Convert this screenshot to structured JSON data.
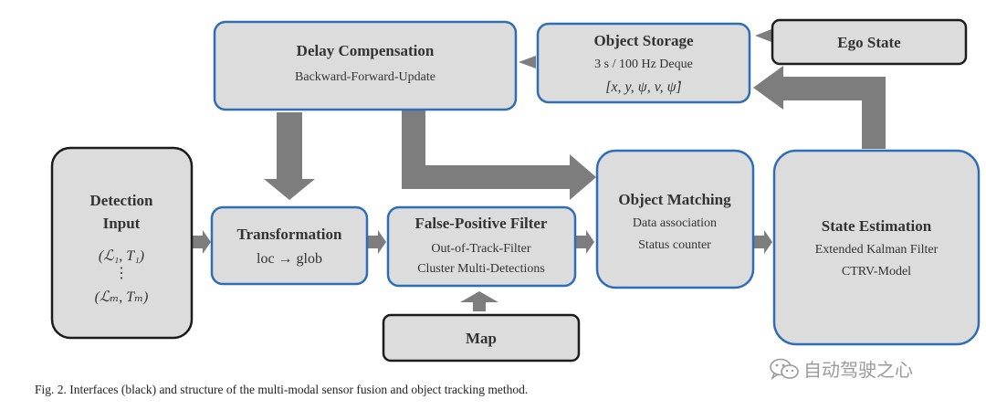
{
  "nodes": {
    "delay_compensation": {
      "title": "Delay Compensation",
      "line1": "Backward-Forward-Update",
      "kind": "structure"
    },
    "object_storage": {
      "title": "Object Storage",
      "line1": "3 s / 100 Hz Deque",
      "line2": "[x, y, ψ, v, ψ̇]",
      "kind": "structure"
    },
    "ego_state": {
      "title": "Ego State",
      "kind": "interface"
    },
    "detection_input": {
      "title1": "Detection",
      "title2": "Input",
      "line1": "(ℒ₁, T₁)",
      "line2": "⋮",
      "line3": "(ℒₘ, Tₘ)",
      "kind": "interface"
    },
    "transformation": {
      "title": "Transformation",
      "line1": "loc → glob",
      "kind": "structure"
    },
    "false_positive_filter": {
      "title": "False-Positive Filter",
      "line1": "Out-of-Track-Filter",
      "line2": "Cluster Multi-Detections",
      "kind": "structure"
    },
    "object_matching": {
      "title": "Object Matching",
      "line1": "Data association",
      "line2": "Status counter",
      "kind": "structure"
    },
    "state_estimation": {
      "title": "State Estimation",
      "line1": "Extended Kalman Filter",
      "line2": "CTRV-Model",
      "kind": "structure"
    },
    "map": {
      "title": "Map",
      "kind": "interface"
    }
  },
  "edges": [
    {
      "from": "detection_input",
      "to": "transformation"
    },
    {
      "from": "transformation",
      "to": "false_positive_filter"
    },
    {
      "from": "false_positive_filter",
      "to": "object_matching"
    },
    {
      "from": "object_matching",
      "to": "state_estimation"
    },
    {
      "from": "map",
      "to": "false_positive_filter"
    },
    {
      "from": "delay_compensation",
      "to": "transformation"
    },
    {
      "from": "delay_compensation",
      "to": "object_matching"
    },
    {
      "from": "object_storage",
      "to": "delay_compensation"
    },
    {
      "from": "ego_state",
      "to": "object_storage"
    },
    {
      "from": "state_estimation",
      "to": "object_storage"
    }
  ],
  "colors": {
    "box_fill": "#dcdcdc",
    "structure_border": "#2f6db5",
    "interface_border": "#1c1c1c",
    "arrow": "#7d7d7d",
    "text": "#333333"
  },
  "caption": "Fig. 2.   Interfaces (black) and structure of the multi-modal sensor fusion and object tracking method.",
  "watermark": {
    "text": "自动驾驶之心",
    "icon": "wechat-logo-icon"
  }
}
